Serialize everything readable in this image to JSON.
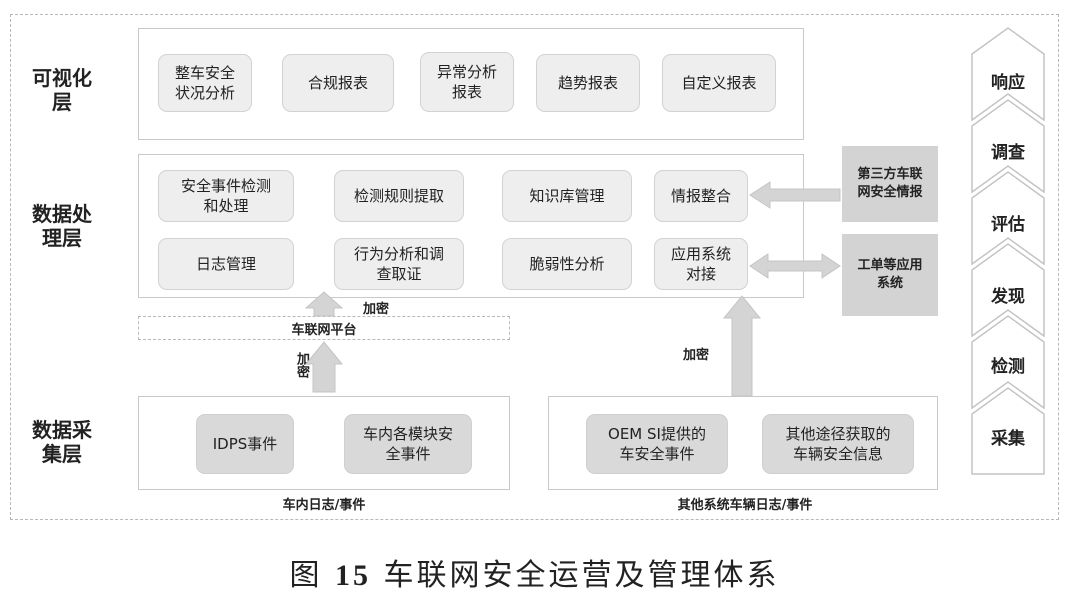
{
  "layers": {
    "visualization": "可视化\n层",
    "processing": "数据处\n理层",
    "collection": "数据采\n集层"
  },
  "visualization_items": [
    "整车安全\n状况分析",
    "合规报表",
    "异常分析\n报表",
    "趋势报表",
    "自定义报表"
  ],
  "processing_items_row1": [
    "安全事件检测\n和处理",
    "检测规则提取",
    "知识库管理",
    "情报整合"
  ],
  "processing_items_row2": [
    "日志管理",
    "行为分析和调\n查取证",
    "脆弱性分析",
    "应用系统\n对接"
  ],
  "external": {
    "threat_intel": "第三方车联\n网安全情报",
    "ticket_apps": "工单等应用\n系统"
  },
  "platform_label": "车联网平台",
  "encrypt_label": "加密",
  "collection_left": {
    "items": [
      "IDPS事件",
      "车内各模块安\n全事件"
    ],
    "footer": "车内日志/事件"
  },
  "collection_right": {
    "items": [
      "OEM SI提供的\n车安全事件",
      "其他途径获取的\n车辆安全信息"
    ],
    "footer": "其他系统车辆日志/事件"
  },
  "stages": [
    "响应",
    "调查",
    "评估",
    "发现",
    "检测",
    "采集"
  ],
  "caption": {
    "prefix": "图",
    "number": "15",
    "text": "车联网安全运营及管理体系"
  },
  "colors": {
    "box_fill": "#eeeeee",
    "dark_box_fill": "#d9d9d9",
    "external_fill": "#d3d3d3",
    "arrow_fill": "#d4d4d4",
    "border": "#c9c9c9"
  }
}
